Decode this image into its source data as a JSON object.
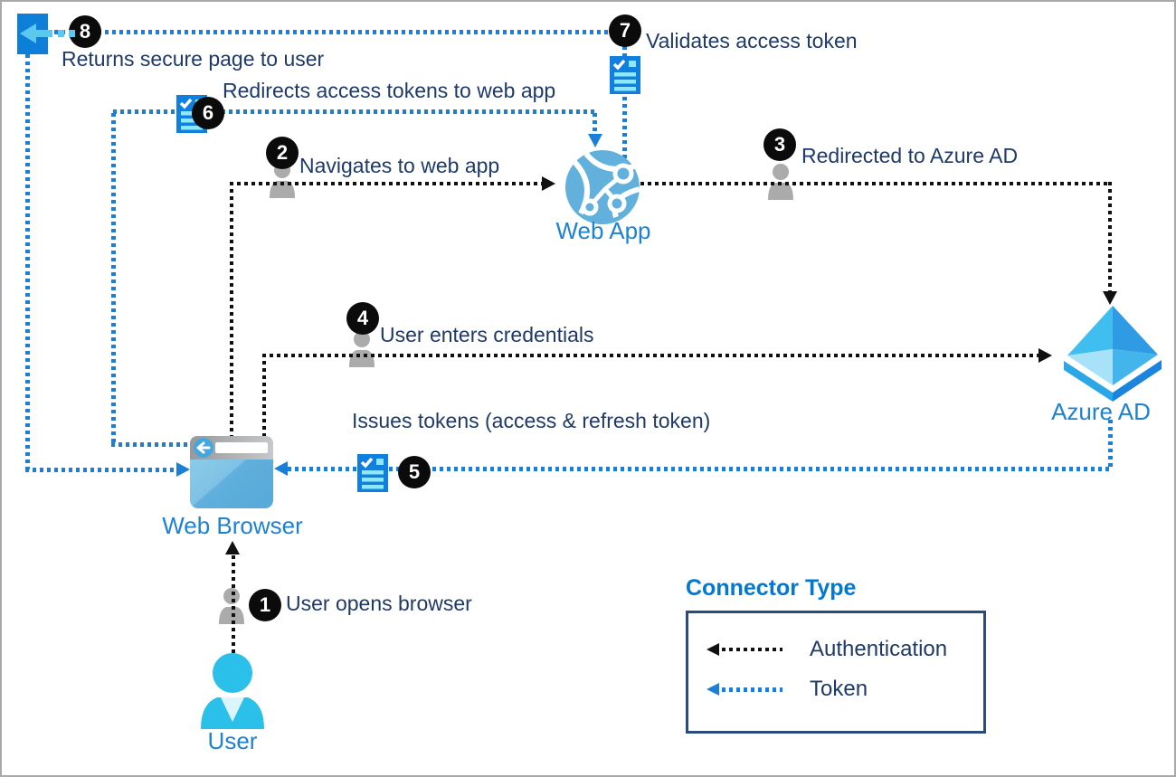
{
  "diagram": {
    "nodes": {
      "user": {
        "label": "User"
      },
      "web_browser": {
        "label": "Web Browser"
      },
      "web_app": {
        "label": "Web App"
      },
      "azure_ad": {
        "label": "Azure AD"
      }
    },
    "steps": [
      {
        "num": "1",
        "label": "User opens browser"
      },
      {
        "num": "2",
        "label": "Navigates to web app"
      },
      {
        "num": "3",
        "label": "Redirected to Azure AD"
      },
      {
        "num": "4",
        "label": "User enters credentials"
      },
      {
        "num": "5",
        "label": "Issues tokens (access & refresh token)"
      },
      {
        "num": "6",
        "label": "Redirects access tokens to web app"
      },
      {
        "num": "7",
        "label": "Validates access token"
      },
      {
        "num": "8",
        "label": "Returns secure page to user"
      }
    ],
    "legend": {
      "title": "Connector Type",
      "items": [
        {
          "label": "Authentication",
          "color": "#111111",
          "style": "dotted"
        },
        {
          "label": "Token",
          "color": "#1b7fd8",
          "style": "dotted"
        }
      ]
    },
    "colors": {
      "auth_line": "#111111",
      "token_line": "#1b7fd8",
      "node_label": "#1e82d2",
      "step_text": "#1f3a68",
      "legend_title": "#0078d4"
    }
  }
}
